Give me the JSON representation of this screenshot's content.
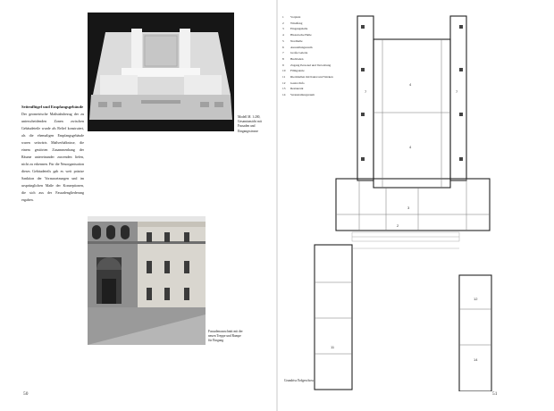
{
  "left_page": {
    "model_caption": "Modell M. 1:200, Gesamtansicht mit Fassaden und Eingangsstrasse",
    "section_heading": "Seitenflügel und Empfangsgebäude",
    "body_text": "Der geometrische Maßstabsbezug der zu unterscheidenden Zonen zwischen Gebäudeteile wurde als Relief konstruiert, als die ehemaligen Empfangsgebäude waren seitwärts Maßverhältnisse, die einem gestörten Zusammenhang der Räume untereinander zuwenden liefen, nicht zu erkennen. Für die Neuorganisation dieses Gebäudeteils gab es weit präzise Sanktion der Voraussetzungen und im ursprünglichen Maße der Konzeptionen, die sich aus der Fassadengliederung ergaben.",
    "facade_caption": "Fassadenausschnitt mit der neuen Treppe und Rampe für Eingang",
    "page_number": "50"
  },
  "right_page": {
    "legend": [
      {
        "num": "1",
        "label": "Vorplatz"
      },
      {
        "num": "2",
        "label": "Windfang"
      },
      {
        "num": "3",
        "label": "Eingangshalle"
      },
      {
        "num": "4",
        "label": "Historische Halle"
      },
      {
        "num": "5",
        "label": "Nordhalle"
      },
      {
        "num": "6",
        "label": "Ausstellungsraum"
      },
      {
        "num": "7",
        "label": "Große Galerie"
      },
      {
        "num": "8",
        "label": "Buchladen"
      },
      {
        "num": "9",
        "label": "Zugang Personal und Verwaltung"
      },
      {
        "num": "10",
        "label": "Filmgalerie"
      },
      {
        "num": "11",
        "label": "Rieckhallen mit Kunst und Werken"
      },
      {
        "num": "12",
        "label": "Gastro/Info"
      },
      {
        "num": "13",
        "label": "Restaurant"
      },
      {
        "num": "14",
        "label": "Veranstaltungsraum"
      }
    ],
    "plan_caption": "Grundriss Erdgeschoss",
    "page_number": "51"
  }
}
